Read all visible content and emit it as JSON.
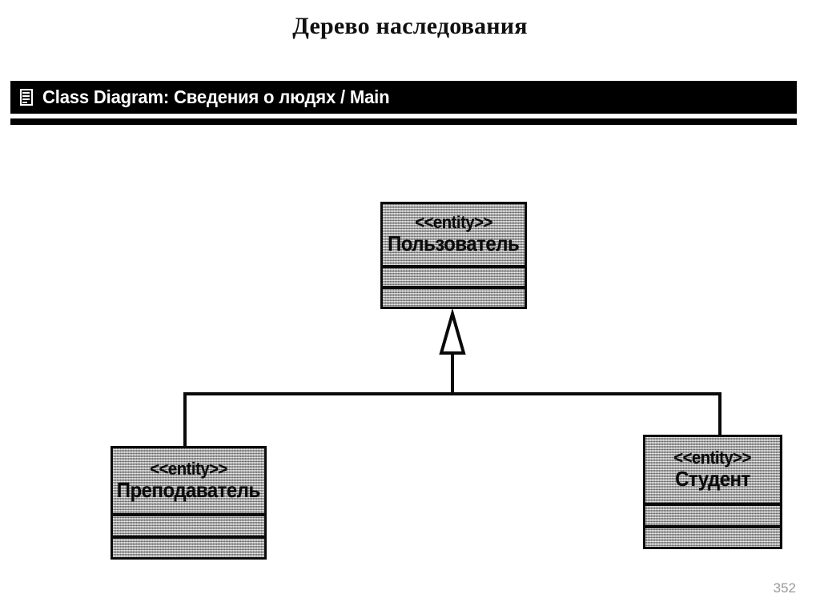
{
  "slide": {
    "title": "Дерево наследования",
    "page_number": "352"
  },
  "window": {
    "icon": "class-diagram-document-icon",
    "title": "Class Diagram: Сведения о людях / Main"
  },
  "diagram": {
    "type": "uml-class-diagram",
    "relationship": "generalization",
    "arrow": "hollow-triangle-up",
    "classes": [
      {
        "id": "user",
        "stereotype": "<<entity>>",
        "name": "Пользователь",
        "compartments": [
          "name",
          "attributes",
          "operations"
        ],
        "attributes": [],
        "operations": [],
        "role": "superclass"
      },
      {
        "id": "teacher",
        "stereotype": "<<entity>>",
        "name": "Преподаватель",
        "compartments": [
          "name",
          "attributes",
          "operations"
        ],
        "attributes": [],
        "operations": [],
        "role": "subclass"
      },
      {
        "id": "student",
        "stereotype": "<<entity>>",
        "name": "Студент",
        "compartments": [
          "name",
          "attributes",
          "operations"
        ],
        "attributes": [],
        "operations": [],
        "role": "subclass"
      }
    ],
    "colors": {
      "line": "#0a0a0a",
      "box_fill": "#b9b9b9",
      "titlebar_bg": "#000000",
      "titlebar_text": "#ffffff",
      "page_number": "#9a9a9a"
    }
  }
}
